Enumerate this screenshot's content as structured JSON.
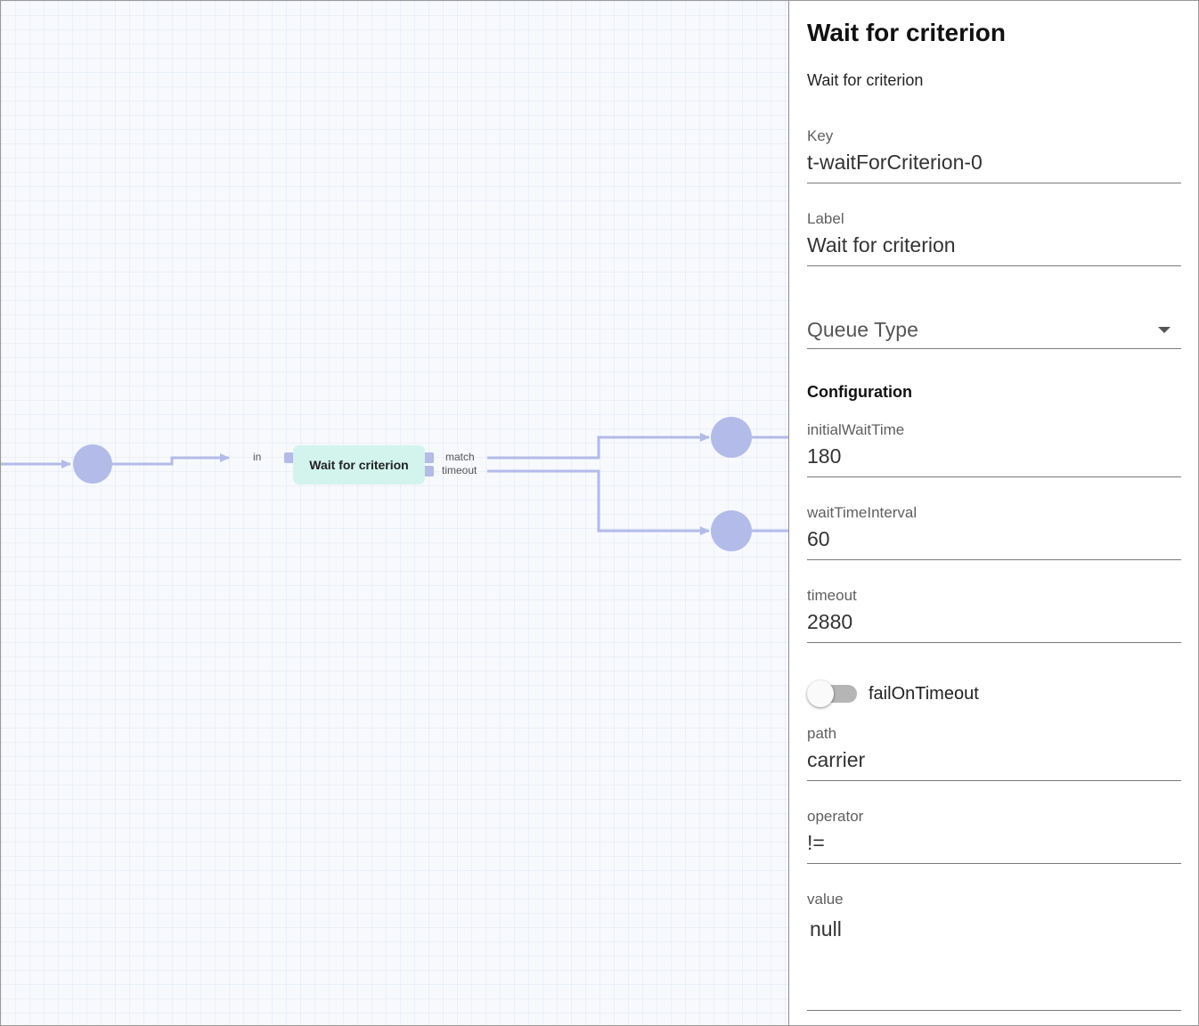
{
  "diagram": {
    "node": {
      "title": "Wait for criterion",
      "input_port": "in",
      "output_ports": [
        "match",
        "timeout"
      ]
    },
    "colors": {
      "edge": "#b3bbe9",
      "node_fill": "#d2f4ec",
      "port": "#b3bbe9"
    }
  },
  "panel": {
    "title": "Wait for criterion",
    "subtitle": "Wait for criterion",
    "key": {
      "label": "Key",
      "value": "t-waitForCriterion-0"
    },
    "label_field": {
      "label": "Label",
      "value": "Wait for criterion"
    },
    "queue_type": {
      "placeholder": "Queue Type"
    },
    "section_title": "Configuration",
    "initial_wait_time": {
      "label": "initialWaitTime",
      "value": "180"
    },
    "wait_time_interval": {
      "label": "waitTimeInterval",
      "value": "60"
    },
    "timeout": {
      "label": "timeout",
      "value": "2880"
    },
    "fail_on_timeout": {
      "label": "failOnTimeout",
      "checked": false
    },
    "path": {
      "label": "path",
      "value": "carrier"
    },
    "operator": {
      "label": "operator",
      "value": "!="
    },
    "value_field": {
      "label": "value",
      "value": "null"
    }
  }
}
